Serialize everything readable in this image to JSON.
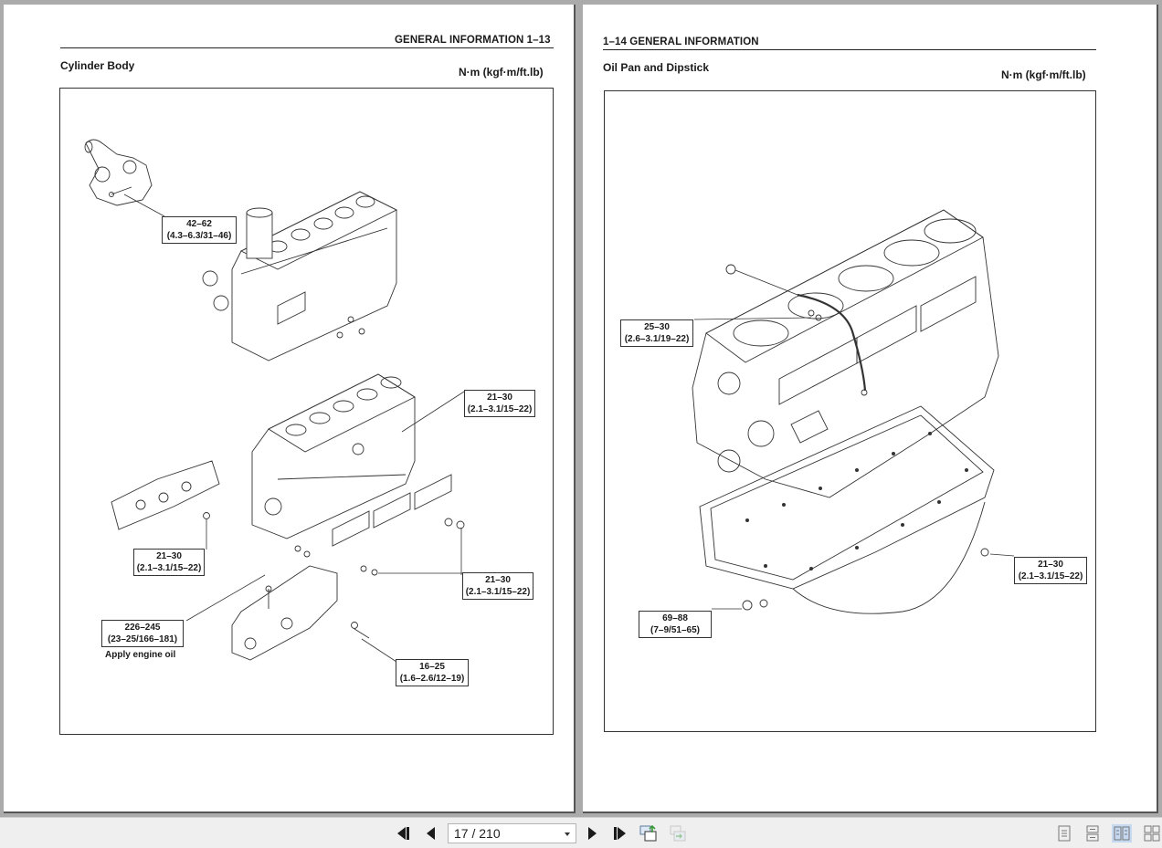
{
  "left_page": {
    "header": "GENERAL INFORMATION  1–13",
    "title": "Cylinder Body",
    "units": "N·m (kgf·m/ft.lb)",
    "callouts": [
      {
        "value": "42–62",
        "detail": "(4.3–6.3/31–46)"
      },
      {
        "value": "21–30",
        "detail": "(2.1–3.1/15–22)"
      },
      {
        "value": "21–30",
        "detail": "(2.1–3.1/15–22)"
      },
      {
        "value": "21–30",
        "detail": "(2.1–3.1/15–22)"
      },
      {
        "value": "226–245",
        "detail": "(23–25/166–181)"
      },
      {
        "value": "16–25",
        "detail": "(1.6–2.6/12–19)"
      }
    ],
    "note": "Apply engine oil"
  },
  "right_page": {
    "header": "1–14  GENERAL INFORMATION",
    "title": "Oil Pan and Dipstick",
    "units": "N·m (kgf·m/ft.lb)",
    "callouts": [
      {
        "value": "25–30",
        "detail": "(2.6–3.1/19–22)"
      },
      {
        "value": "21–30",
        "detail": "(2.1–3.1/15–22)"
      },
      {
        "value": "69–88",
        "detail": "(7–9/51–65)"
      }
    ]
  },
  "toolbar": {
    "page_indicator": "17 / 210",
    "icons": [
      "first-page-icon",
      "previous-page-icon",
      "next-page-icon",
      "last-page-icon",
      "previous-view-icon",
      "next-view-icon",
      "single-page-icon",
      "continuous-icon",
      "facing-icon",
      "continuous-facing-icon"
    ],
    "active_view": "facing",
    "active_color": "#c5d9f1"
  }
}
